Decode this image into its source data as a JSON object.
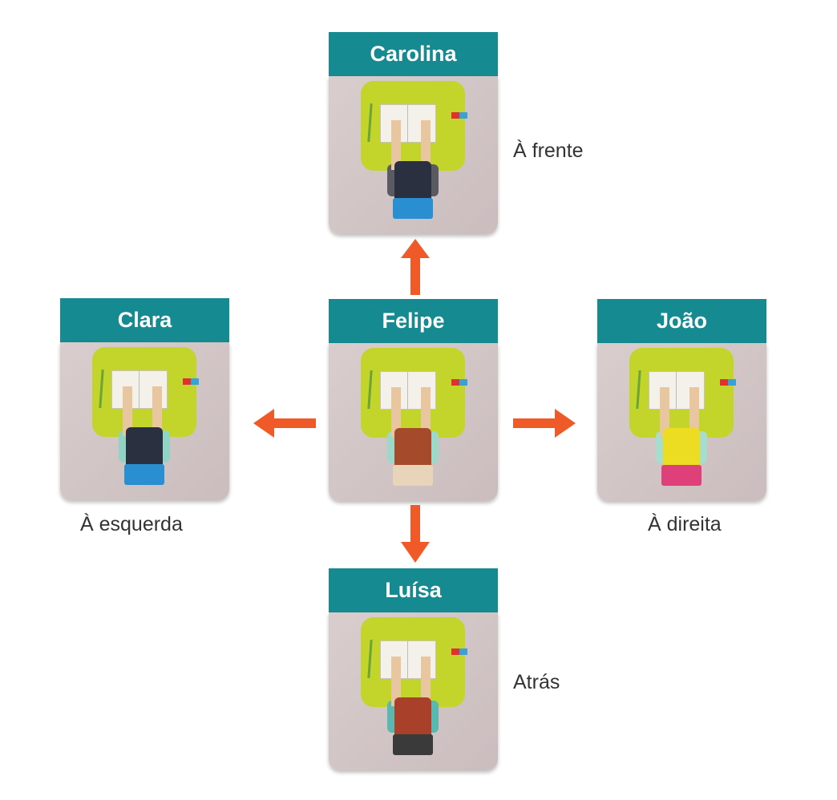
{
  "students": {
    "carolina": {
      "name": "Carolina",
      "label": "À frente",
      "hair": "#2b3040",
      "shirt": "#5a5a62",
      "seat": "#2a8fd0"
    },
    "clara": {
      "name": "Clara",
      "label": "À esquerda",
      "hair": "#2b3040",
      "shirt": "#8fd4c4",
      "seat": "#2a8fd0"
    },
    "felipe": {
      "name": "Felipe",
      "hair": "#a54a2a",
      "shirt": "#9ed8c8",
      "seat": "#e8d4b8"
    },
    "joao": {
      "name": "João",
      "label": "À direita",
      "hair": "#ecdc22",
      "shirt": "#a8dccc",
      "seat": "#e0407a"
    },
    "luisa": {
      "name": "Luísa",
      "label": "Atrás",
      "hair": "#a8402a",
      "shirt": "#5ab8b0",
      "seat": "#3a3a3a"
    }
  },
  "colors": {
    "header": "#168a91",
    "arrow": "#f05a28",
    "desk": "#c3d52a"
  }
}
